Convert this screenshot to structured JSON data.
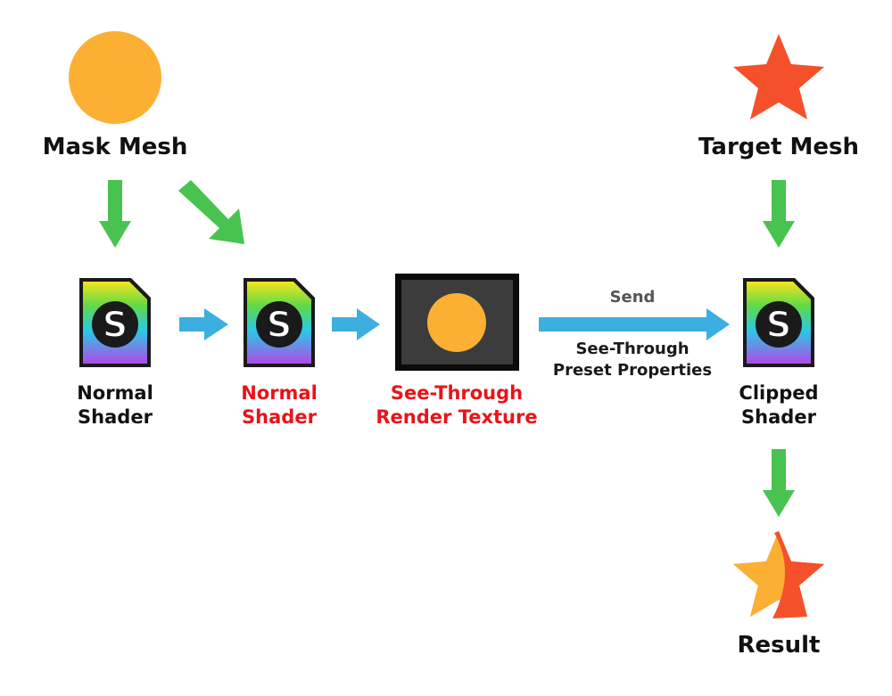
{
  "colors": {
    "orange": "#fbb033",
    "red_orange": "#f4512a",
    "green_arrow": "#49c34f",
    "blue_arrow": "#3cafe0",
    "highlight_text": "#e8141a",
    "texture_bg": "#3c3c3c"
  },
  "mask_mesh": {
    "label": "Mask Mesh",
    "icon": "orange-circle-icon"
  },
  "target_mesh": {
    "label": "Target Mesh",
    "icon": "red-star-icon"
  },
  "shader1": {
    "line1": "Normal",
    "line2": "Shader",
    "icon": "shader-s-icon"
  },
  "shader2": {
    "line1": "Normal",
    "line2": "Shader",
    "icon": "shader-s-icon"
  },
  "render_texture": {
    "line1": "See-Through",
    "line2": "Render Texture"
  },
  "send": {
    "label": "Send",
    "line1": "See-Through",
    "line2": "Preset Properties"
  },
  "clipped": {
    "line1": "Clipped",
    "line2": "Shader",
    "icon": "shader-s-icon"
  },
  "result": {
    "label": "Result",
    "icon": "clipped-star-icon"
  },
  "shader_letter": "S"
}
